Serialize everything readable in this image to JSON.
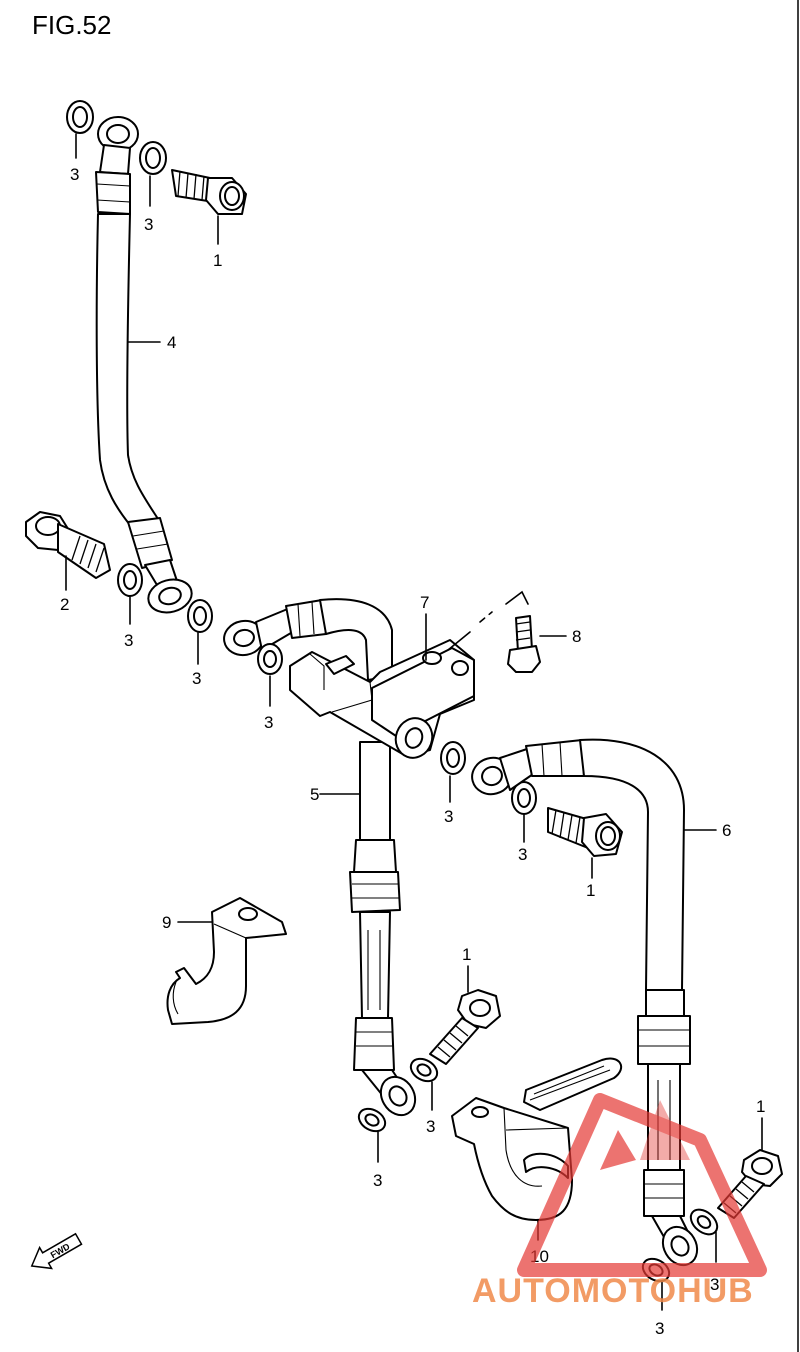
{
  "figure": {
    "title": "FIG.52"
  },
  "callouts": {
    "bolt_top": "1",
    "bolt_right_mid": "1",
    "bolt_center": "1",
    "bolt_bottom_right": "1",
    "bolt_left": "2",
    "washer_top_left": "3",
    "washer_top_mid": "3",
    "washer_left_mid": "3",
    "washer_left_low": "3",
    "washer_center": "3",
    "washer_right_a": "3",
    "washer_right_b": "3",
    "washer_bottom_center": "3",
    "washer_bottom_mid": "3",
    "washer_bottom_right": "3",
    "washer_bottom_far": "3",
    "hose_upper": "4",
    "hose_middle": "5",
    "hose_right": "6",
    "joint": "7",
    "bolt_joint": "8",
    "clamp_left": "9",
    "clamp_bottom": "10"
  },
  "fwd_arrow": {
    "label": "FWD"
  },
  "watermark": {
    "text": "AUTOMOTOHUB",
    "color": "#f08a4b",
    "logo_color": "#e53935"
  },
  "icons": {
    "fwd": "fwd-arrow-icon",
    "logo": "automotohub-logo-icon"
  }
}
